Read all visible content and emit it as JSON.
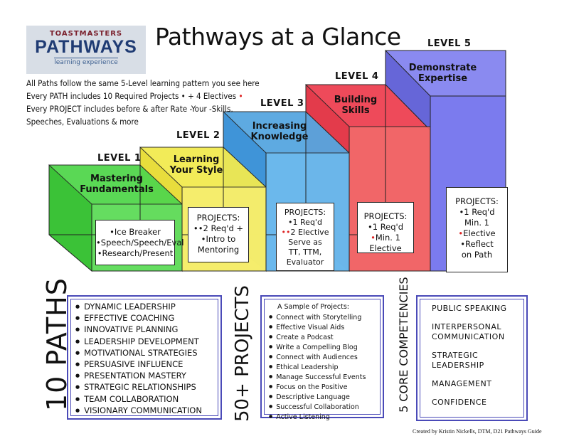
{
  "logo": {
    "line1": "TOASTMASTERS",
    "line2": "PATHWAYS",
    "line3": "learning experience"
  },
  "title": "Pathways at a Glance",
  "intro": {
    "line1": "All Paths follow the same 5-Level learning pattern you see here",
    "line2": "Every PATH includes 10 Required Projects",
    "line2b": "+ 4 Electives",
    "line3": "Every PROJECT includes  before & after Rate -Your -Skills,",
    "line4": "Speeches, Evaluations & more"
  },
  "levels": [
    {
      "label": "LEVEL 1",
      "title": "Mastering Fundamentals",
      "color": "#4fd64a",
      "projects": [
        "•Ice Breaker",
        "•Speech/Speech/Eval",
        "•Research/Present"
      ]
    },
    {
      "label": "LEVEL 2",
      "title": "Learning Your Style",
      "color": "#f2ea5a",
      "projects": [
        "PROJECTS:",
        "••2 Req'd +",
        "•Intro to",
        "Mentoring"
      ]
    },
    {
      "label": "LEVEL 3",
      "title": "Increasing Knowledge",
      "color": "#5fb6ea",
      "projects": [
        "PROJECTS:",
        "•1 Req'd",
        "••2 Elective",
        "Serve as",
        "TT, TTM,",
        "Evaluator"
      ]
    },
    {
      "label": "LEVEL 4",
      "title": "Building Skills",
      "color": "#ee5a5a",
      "projects": [
        "PROJECTS:",
        "•1 Req'd",
        "•Min. 1",
        "Elective"
      ]
    },
    {
      "label": "LEVEL 5",
      "title": "Demonstrate Expertise",
      "color": "#7b7bee",
      "projects": [
        "PROJECTS:",
        "•1 Req'd",
        "Min. 1",
        "•Elective",
        "•Reflect",
        "on Path"
      ]
    }
  ],
  "paths": {
    "heading": "10 PATHS",
    "items": [
      "DYNAMIC LEADERSHIP",
      "EFFECTIVE COACHING",
      "INNOVATIVE PLANNING",
      "LEADERSHIP DEVELOPMENT",
      "MOTIVATIONAL STRATEGIES",
      "PERSUASIVE INFLUENCE",
      "PRESENTATION MASTERY",
      "STRATEGIC RELATIONSHIPS",
      "TEAM COLLABORATION",
      "VISIONARY COMMUNICATION"
    ]
  },
  "projects": {
    "heading": "50+ PROJECTS",
    "intro": "A Sample of Projects:",
    "items": [
      "Connect with Storytelling",
      "Effective Visual Aids",
      "Create a Podcast",
      "Write a Compelling Blog",
      "Connect with Audiences",
      "Ethical Leadership",
      "Manage Successful Events",
      "Focus on the Positive",
      "Descriptive Language",
      "Successful Collaboration",
      "Active Listening"
    ]
  },
  "competencies": {
    "heading": "5 CORE COMPETENCIES",
    "items": [
      "PUBLIC SPEAKING",
      "INTERPERSONAL COMMUNICATION",
      "STRATEGIC LEADERSHIP",
      "MANAGEMENT",
      "CONFIDENCE"
    ]
  },
  "credit": "Created by Kristin Nickells, DTM, D21 Pathways Guide"
}
